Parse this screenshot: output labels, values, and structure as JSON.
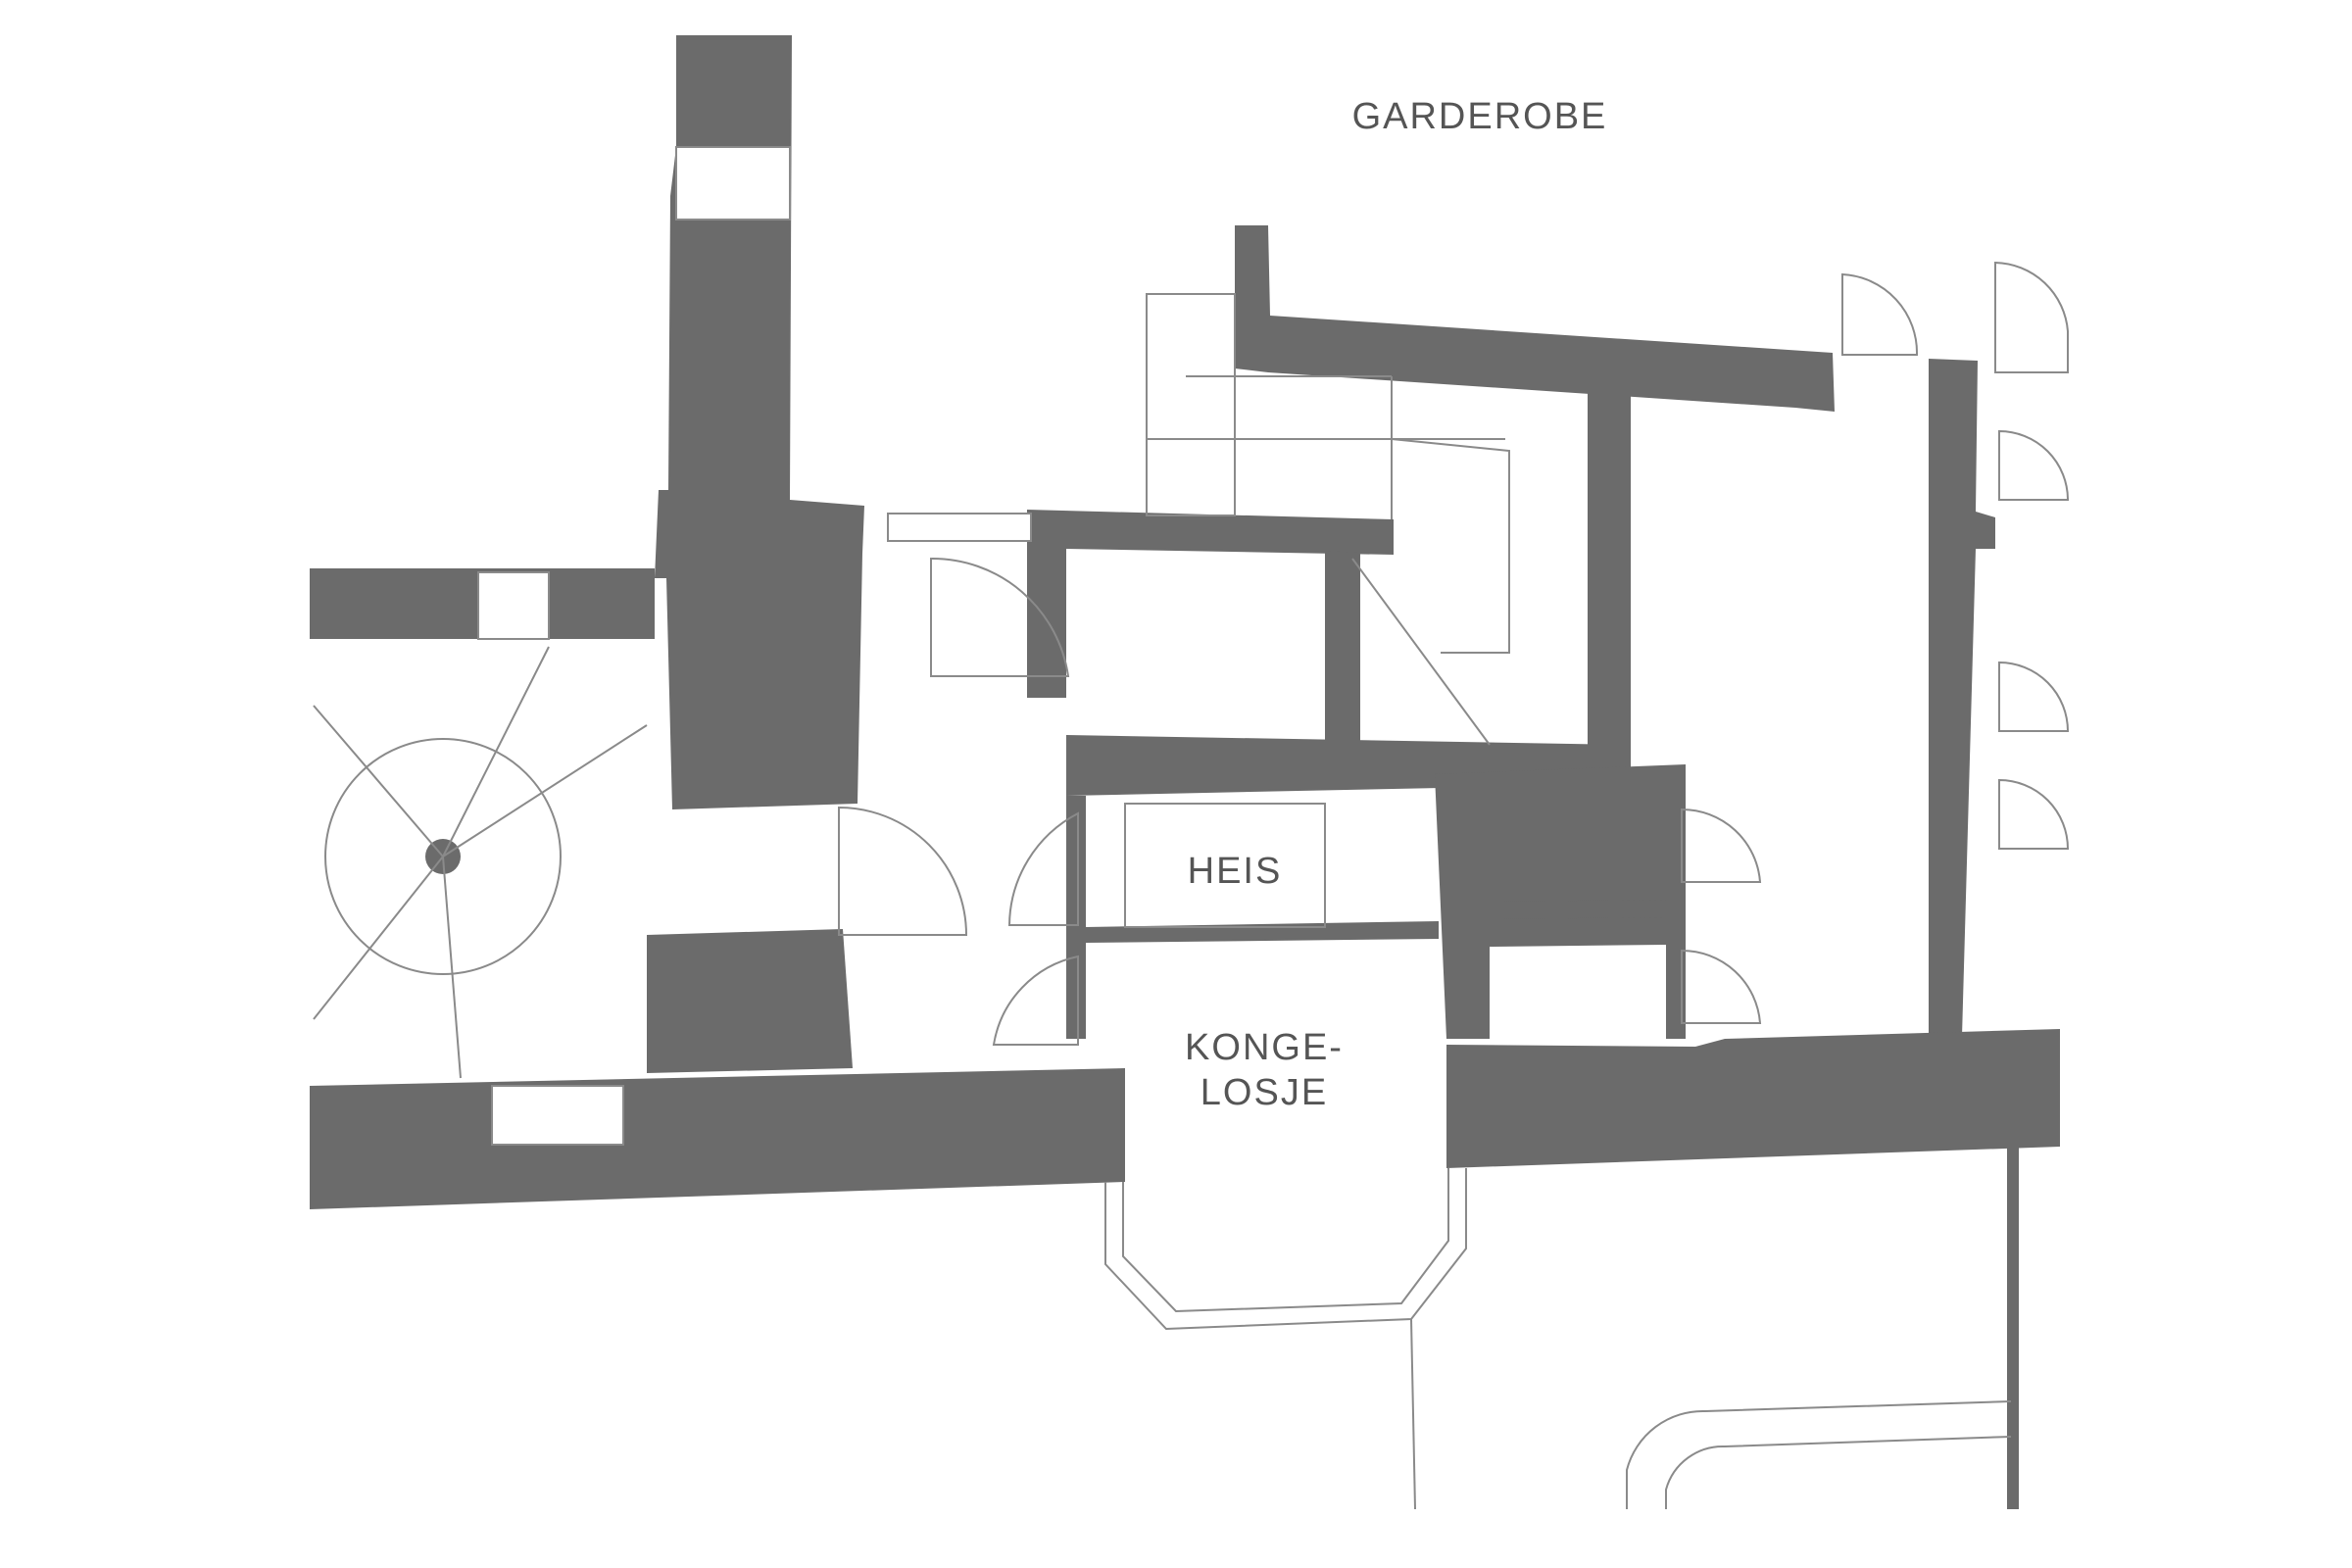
{
  "colors": {
    "wall": "#6b6b6b",
    "line": "#8a8a8a",
    "label": "#555555",
    "background": "#ffffff"
  },
  "rooms": {
    "garderobe": "GARDEROBE",
    "heis": "HEIS",
    "kongelosje_line1": "KONGE-",
    "kongelosje_line2": "LOSJE"
  }
}
